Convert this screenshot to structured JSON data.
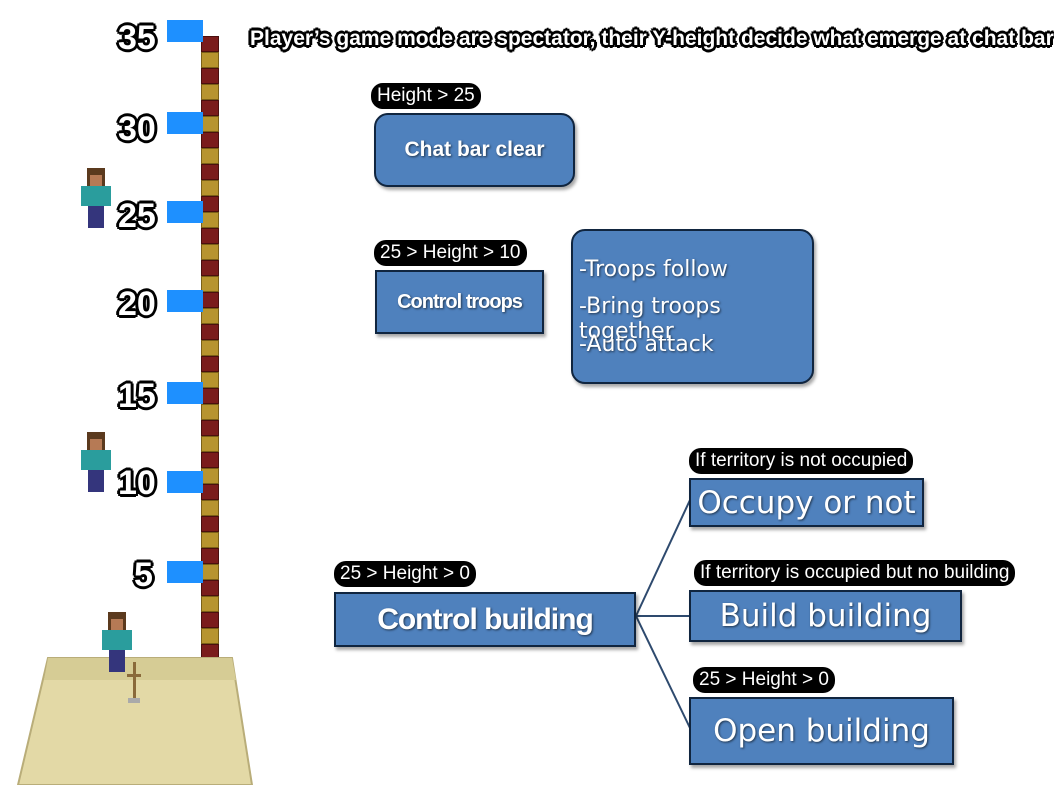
{
  "header": {
    "caption": "Player’s game mode are spectator, their Y-height decide what emerge at chat bar"
  },
  "tower": {
    "labels": [
      "35",
      "30",
      "25",
      "20",
      "15",
      "10",
      "5"
    ]
  },
  "section_top": {
    "condition": "Height > 25",
    "box": "Chat bar clear"
  },
  "section_mid": {
    "condition": "25 > Height > 10",
    "box": "Control troops",
    "details": [
      "-Troops follow",
      "-Bring troops together",
      "-Auto attack"
    ]
  },
  "section_bottom": {
    "condition": "25 > Height > 0",
    "box": "Control building",
    "branches": [
      {
        "condition": "If territory is not occupied",
        "box": "Occupy or not"
      },
      {
        "condition": "If territory is occupied but no building",
        "box": "Build building"
      },
      {
        "condition": "25 > Height > 0",
        "box": "Open building"
      }
    ]
  },
  "colors": {
    "box_fill": "#4f81bd",
    "box_border": "#10253f",
    "marker": "#1e90ff",
    "sand": "#e3d9a6"
  }
}
